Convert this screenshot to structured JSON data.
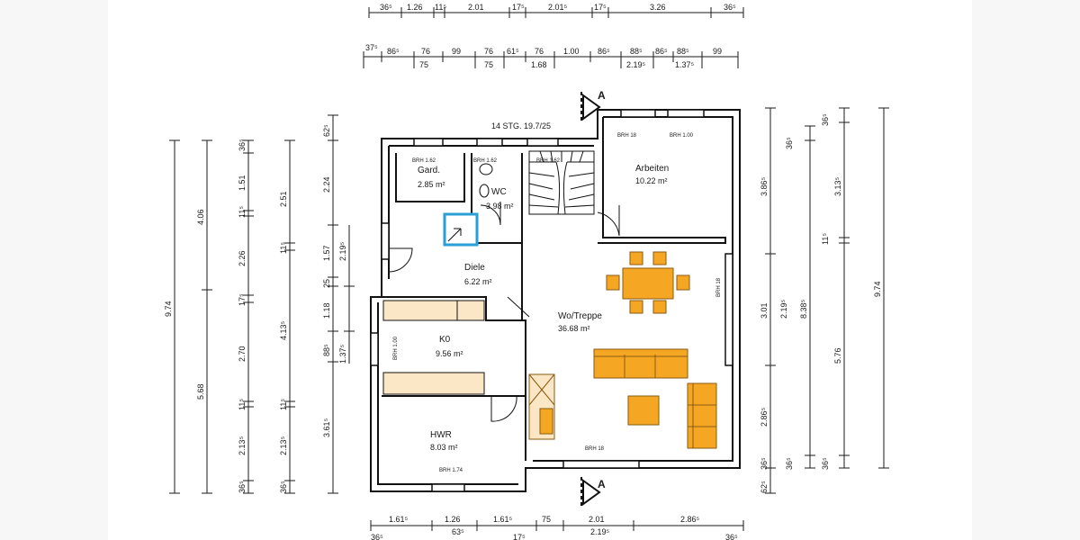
{
  "section_marker": "A",
  "stair_note": "14 STG. 19.7/25",
  "rooms": {
    "gard": {
      "name": "Gard.",
      "area": "2.85 m²",
      "window": "BRH 1.62"
    },
    "wc": {
      "name": "WC",
      "area": "3.98 m²",
      "window": "BRH 1.62"
    },
    "stair": {
      "window": "BRH 1.62"
    },
    "arbeiten": {
      "name": "Arbeiten",
      "area": "10.22 m²",
      "window1": "BRH 18",
      "window2": "BRH 1.00"
    },
    "diele": {
      "name": "Diele",
      "area": "6.22 m²"
    },
    "wohnen": {
      "name": "Wo/Treppe",
      "area": "36.68 m²",
      "window_right": "BRH 18",
      "window_bottom": "BRH 18"
    },
    "kueche": {
      "name": "K0",
      "area": "9.56 m²",
      "window": "BRH 1.00"
    },
    "hwr": {
      "name": "HWR",
      "area": "8.03 m²",
      "window": "BRH 1.74"
    }
  },
  "dims": {
    "top1": [
      "36⁵",
      "1.26",
      "11⁵",
      "2.01",
      "17⁵",
      "2.01⁵",
      "17⁵",
      "3.26",
      "36⁵"
    ],
    "top2_upper": [
      "37⁵",
      "86⁵",
      "76",
      "99",
      "76",
      "61⁵",
      "76",
      "1.00",
      "86⁵",
      "88⁵",
      "86⁵",
      "88⁵",
      "99"
    ],
    "top2_lower": [
      "75",
      "75",
      "1.68",
      "2.19⁵",
      "1.37⁵"
    ],
    "bottom1": [
      "1.61⁵",
      "1.26",
      "1.61⁵",
      "75",
      "2.01",
      "2.86⁵"
    ],
    "bottom2": [
      "63⁵",
      "2.19⁵"
    ],
    "bottom3": [
      "36⁵",
      "17⁵",
      "36⁵"
    ],
    "left_total": "9.74",
    "left_a": [
      "4.06",
      "5.68"
    ],
    "left_b": [
      "36⁵",
      "1.51",
      "11⁵",
      "2.26",
      "17⁵",
      "2.70",
      "11⁵",
      "2.13⁵",
      "36⁵"
    ],
    "left_c": [
      "2.51",
      "11⁵",
      "4.13⁵",
      "11⁵",
      "2.13⁵",
      "36⁵"
    ],
    "left_d": [
      "62⁵",
      "2.24",
      "1.57",
      "25",
      "1.18",
      "88⁵",
      "3.61⁵"
    ],
    "left_e": [
      "2.19⁵",
      "1.37⁵"
    ],
    "right_a": [
      "3.86⁵",
      "3.01",
      "2.86⁵",
      "36⁵",
      "62⁵"
    ],
    "right_b": [
      "36⁵",
      "2.19⁵",
      "8.38⁵",
      "36⁵"
    ],
    "right_c": [
      "36⁵",
      "3.13⁵",
      "11⁵",
      "5.76",
      "36⁵"
    ],
    "right_total": "9.74"
  },
  "colors": {
    "furniture": "#f5a623",
    "furniture_stroke": "#8a5a10",
    "wall": "#111111",
    "sink": "#2a9fd6",
    "cabinet": "#fbe7c6",
    "background": "#ffffff"
  }
}
